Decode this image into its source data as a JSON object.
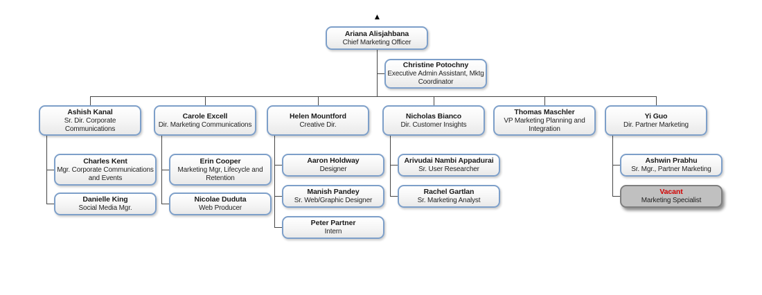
{
  "org": {
    "ceo": {
      "name": "Ariana Alisjahbana",
      "title": "Chief Marketing Officer"
    },
    "assistant": {
      "name": "Christine Potochny",
      "title": "Executive Admin Assistant, Mktg Coordinator"
    },
    "departments": [
      {
        "manager": {
          "name": "Ashish Kanal",
          "title": "Sr. Dir. Corporate Communications"
        },
        "reports": [
          {
            "name": "Charles Kent",
            "title": "Mgr. Corporate Communications and Events"
          },
          {
            "name": "Danielle King",
            "title": "Social Media Mgr."
          }
        ]
      },
      {
        "manager": {
          "name": "Carole Excell",
          "title": "Dir. Marketing Communications"
        },
        "reports": [
          {
            "name": "Erin Cooper",
            "title": "Marketing Mgr, Lifecycle and Retention"
          },
          {
            "name": "Nicolae Duduta",
            "title": "Web Producer"
          }
        ]
      },
      {
        "manager": {
          "name": "Helen Mountford",
          "title": "Creative Dir."
        },
        "reports": [
          {
            "name": "Aaron Holdway",
            "title": "Designer"
          },
          {
            "name": "Manish Pandey",
            "title": "Sr. Web/Graphic Designer"
          },
          {
            "name": "Peter Partner",
            "title": "Intern"
          }
        ]
      },
      {
        "manager": {
          "name": "Nicholas Bianco",
          "title": "Dir. Customer Insights"
        },
        "reports": [
          {
            "name": "Arivudai Nambi Appadurai",
            "title": "Sr. User Researcher"
          },
          {
            "name": "Rachel Gartlan",
            "title": "Sr. Marketing Analyst"
          }
        ]
      },
      {
        "manager": {
          "name": "Thomas Maschler",
          "title": "VP Marketing Planning and Integration"
        },
        "reports": []
      },
      {
        "manager": {
          "name": "Yi Guo",
          "title": "Dir. Partner Marketing"
        },
        "reports": [
          {
            "name": "Ashwin Prabhu",
            "title": "Sr. Mgr., Partner Marketing"
          },
          {
            "name": "Vacant",
            "title": "Marketing Specialist",
            "status": "vacant"
          }
        ]
      }
    ]
  },
  "icons": {
    "collapse_indicator": "▲"
  },
  "colors": {
    "box_border": "#7d9fc9",
    "box_grad_top": "#ffffff",
    "box_grad_bottom": "#e9e9e9",
    "line_color": "#444444",
    "vacant_bg": "#c0c0c0",
    "vacant_border": "#7f7f7f",
    "vacant_name_color": "#d20000"
  }
}
